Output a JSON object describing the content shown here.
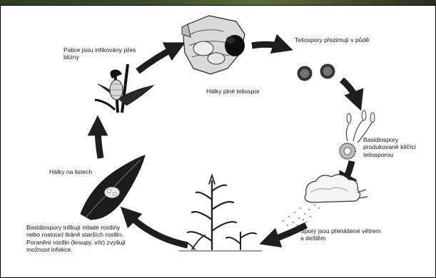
{
  "diagram": {
    "labels": {
      "teliospores_overwinter": "Teliospory přezimují v půdě",
      "galls_full": "Hálky plné teliospor",
      "ears_infected": "Palice jsou infikovány přes\nblizny",
      "basidiospores_produced": "Basidiospory\nprodukované klíčící\nteliosporou",
      "leaf_galls": "Hálky na listech",
      "spores_spread": "Spory jsou přenášené větrem\na deštěm",
      "basidiospores_infect": "Basidiospory infikují mladé rostliny\nnebo rostoucí tkáně starších rostlin.\nPoranění rostlin (kroupy, vítr) zvyšují\nmožnost infekce."
    },
    "icons": {
      "gall_ear": "gall-ear-icon",
      "teliospores": "teliospore-icon",
      "germinating": "germinating-teliospore-icon",
      "cloud": "rain-cloud-icon",
      "corn": "corn-plant-icon",
      "leaf": "infected-leaf-icon",
      "stalk": "infected-ear-icon"
    },
    "colors": {
      "arrow": "#1e1e1e",
      "ink": "#111111"
    }
  }
}
